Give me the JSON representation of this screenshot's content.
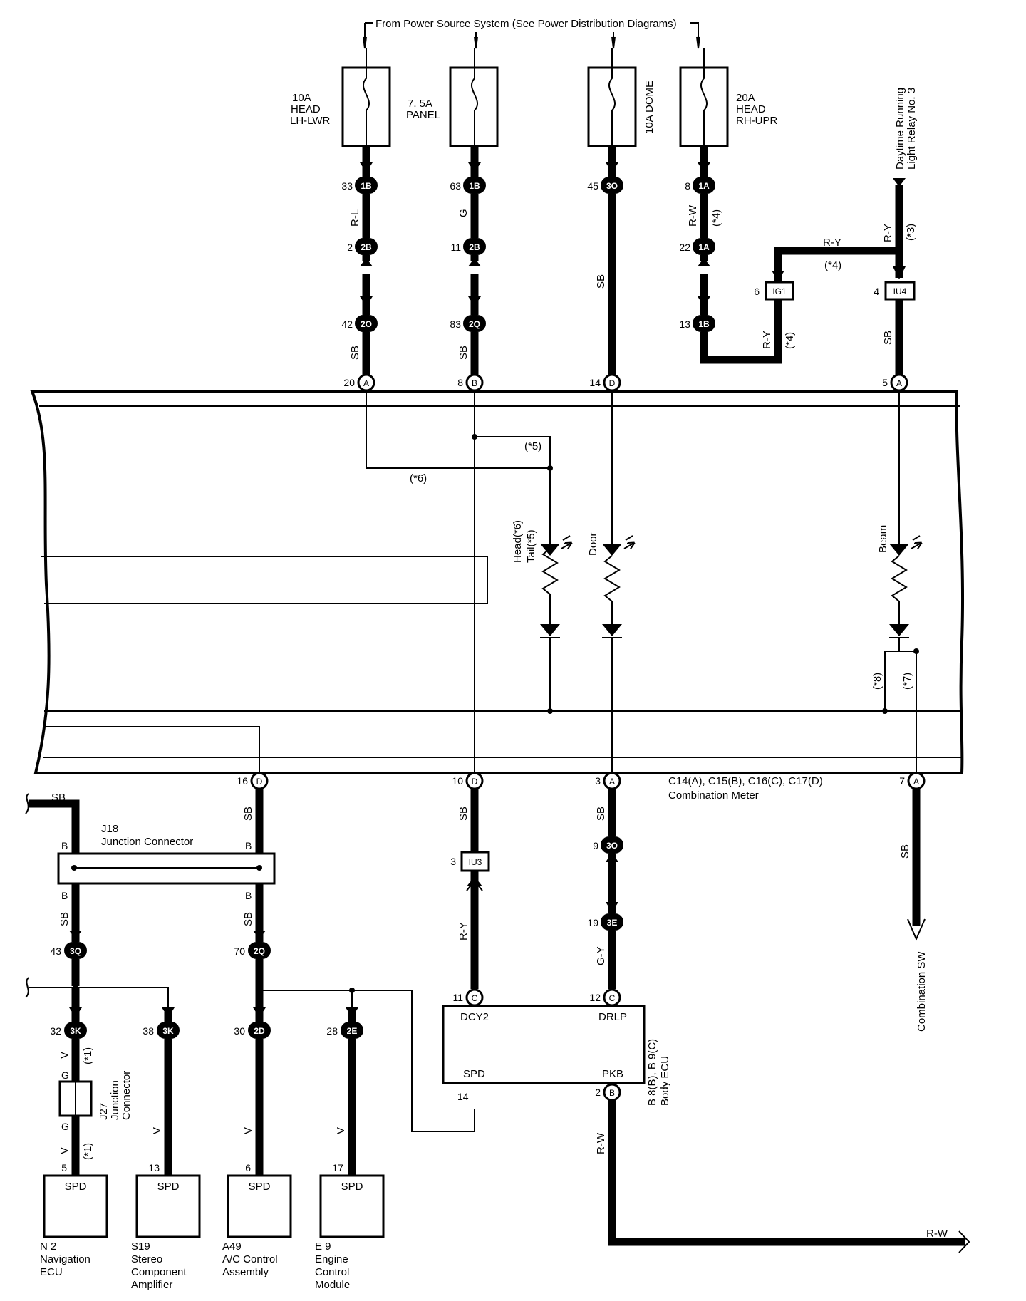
{
  "header": {
    "power_source": "From Power Source System (See Power Distribution Diagrams)"
  },
  "fuses": {
    "f1": [
      "10A",
      "HEAD",
      "LH-LWR"
    ],
    "f2": [
      "7. 5A",
      "PANEL"
    ],
    "f3": "10A DOME",
    "f4": [
      "20A",
      "HEAD",
      "RH-UPR"
    ]
  },
  "drl_relay": [
    "Daytime Running",
    "Light Relay No. 3"
  ],
  "connectors": {
    "c1B_33": "1B",
    "c1B_63": "1B",
    "c3O_45": "3O",
    "c1A_8": "1A",
    "c2B_2": "2B",
    "c2B_11": "2B",
    "c1A_22": "1A",
    "c2O_42": "2O",
    "c2Q_83": "2Q",
    "c1B_13": "1B",
    "IG1": "IG1",
    "IU4": "IU4",
    "IU3": "IU3",
    "mA20": "A",
    "mB8": "B",
    "mD14": "D",
    "mA5": "A",
    "mD16": "D",
    "mD10": "D",
    "mA3": "A",
    "mA7": "A",
    "c3O_9": "3O",
    "c3E_19": "3E",
    "c3Q_43": "3Q",
    "c2Q_70": "2Q",
    "c3K_32": "3K",
    "c3K_38": "3K",
    "c2D_30": "2D",
    "c2E_28": "2E",
    "cC11": "C",
    "cC12": "C",
    "cB2": "B"
  },
  "pins": {
    "p33": "33",
    "p63": "63",
    "p45": "45",
    "p8": "8",
    "p2": "2",
    "p11": "11",
    "p22": "22",
    "p42": "42",
    "p83": "83",
    "p13": "13",
    "p6": "6",
    "p4": "4",
    "p20": "20",
    "p8b": "8",
    "p14": "14",
    "p5": "5",
    "p16": "16",
    "p10": "10",
    "p3": "3",
    "p7": "7",
    "p3iu3": "3",
    "p9": "9",
    "p19": "19",
    "p43": "43",
    "p70": "70",
    "p32": "32",
    "p38": "38",
    "p30": "30",
    "p28": "28",
    "p11c": "11",
    "p12c": "12",
    "p14e": "14",
    "p2b": "2",
    "p5n": "5",
    "p13s": "13",
    "p6a": "6",
    "p17e": "17"
  },
  "wire_colors": {
    "rl": "R-L",
    "g": "G",
    "sb": "SB",
    "rw": "R-W",
    "ry": "R-Y",
    "gy": "G-Y",
    "v": "V",
    "gj": "G"
  },
  "notes": {
    "n1": "(*1)",
    "n3": "(*3)",
    "n4": "(*4)",
    "n5": "(*5)",
    "n6": "(*6)",
    "n7": "(*7)",
    "n8": "(*8)"
  },
  "meter": {
    "head_tail": [
      "Head(*6)",
      "Tail(*5)"
    ],
    "door": "Door",
    "beam": "Beam",
    "name": [
      "C14(A), C15(B), C16(C), C17(D)",
      "Combination Meter"
    ]
  },
  "j18": {
    "name": [
      "J18",
      "Junction Connector"
    ],
    "pin": "B"
  },
  "j27": {
    "name": [
      "J27",
      "Junction",
      "Connector"
    ]
  },
  "body_ecu": {
    "terminals": {
      "dcy2": "DCY2",
      "drlp": "DRLP",
      "spd": "SPD",
      "pkb": "PKB"
    },
    "name": [
      "B 8(B), B 9(C)",
      "Body ECU"
    ]
  },
  "combination_sw": "Combination SW",
  "modules": [
    {
      "spd": "SPD",
      "name": [
        "N 2",
        "Navigation",
        "ECU"
      ]
    },
    {
      "spd": "SPD",
      "name": [
        "S19",
        "Stereo",
        "Component",
        "Amplifier"
      ]
    },
    {
      "spd": "SPD",
      "name": [
        "A49",
        "A/C Control",
        "Assembly"
      ]
    },
    {
      "spd": "SPD",
      "name": [
        "E 9",
        "Engine",
        "Control",
        "Module"
      ]
    }
  ]
}
